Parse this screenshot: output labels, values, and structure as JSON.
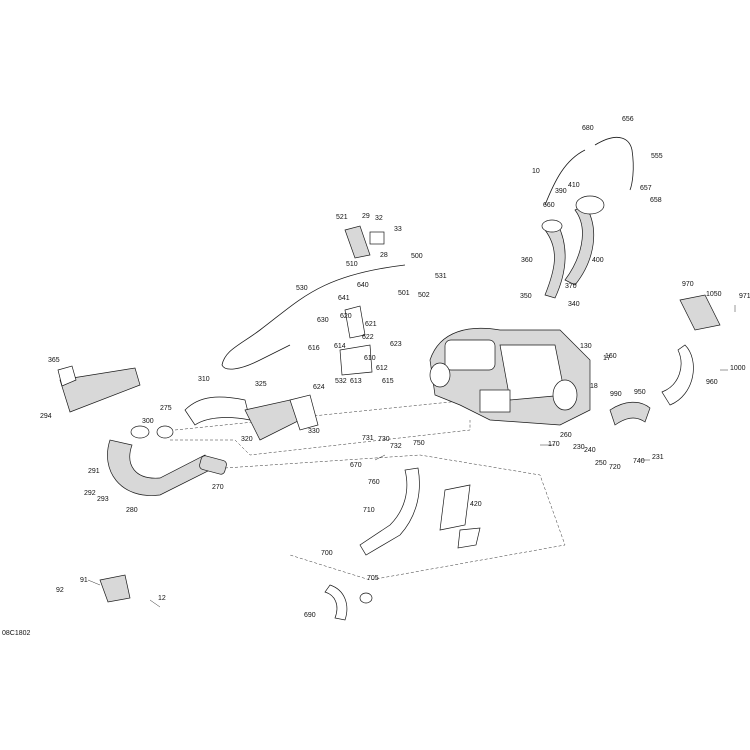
{
  "diagram_code": "08C1802",
  "parts": [
    "10",
    "12",
    "17",
    "18",
    "28",
    "29",
    "32",
    "33",
    "91",
    "92",
    "130",
    "160",
    "170",
    "230",
    "231",
    "240",
    "250",
    "260",
    "270",
    "275",
    "280",
    "291",
    "292",
    "293",
    "294",
    "300",
    "310",
    "320",
    "325",
    "330",
    "340",
    "350",
    "360",
    "365",
    "370",
    "390",
    "400",
    "410",
    "420",
    "500",
    "501",
    "502",
    "510",
    "521",
    "530",
    "531",
    "532",
    "555",
    "610",
    "612",
    "613",
    "614",
    "615",
    "616",
    "620",
    "621",
    "622",
    "623",
    "624",
    "630",
    "640",
    "641",
    "656",
    "657",
    "658",
    "660",
    "670",
    "680",
    "690",
    "700",
    "705",
    "710",
    "720",
    "730",
    "731",
    "732",
    "740",
    "750",
    "760",
    "950",
    "960",
    "970",
    "971",
    "990",
    "1000",
    "1050"
  ]
}
